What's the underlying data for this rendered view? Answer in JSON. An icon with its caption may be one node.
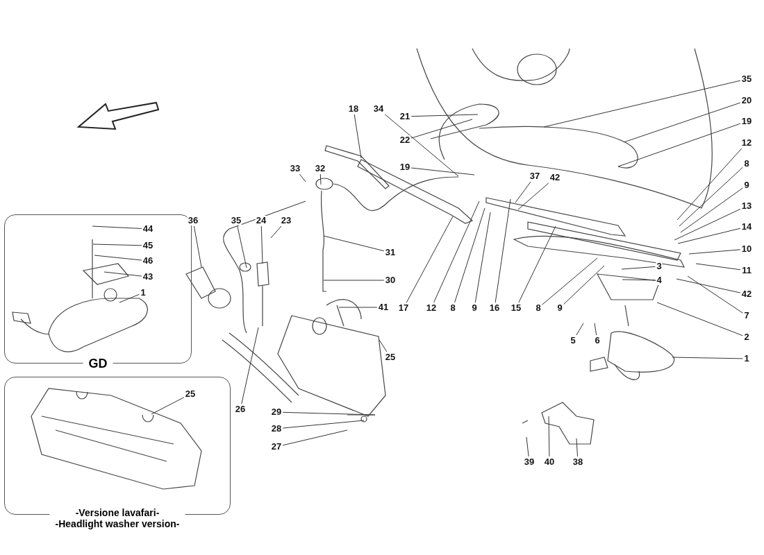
{
  "diagram": {
    "nodes": [
      {
        "text": [
          "GD"
        ]
      },
      {
        "text": [
          "44"
        ],
        "in": 0
      },
      {
        "text": [
          "45"
        ],
        "in": 0
      },
      {
        "text": [
          "46"
        ],
        "in": 0
      },
      {
        "text": [
          "43"
        ],
        "in": 0
      },
      {
        "text": [
          "1"
        ],
        "in": 0
      },
      {
        "text": [
          "-Versione lavafari-",
          "-Headlight washer version-"
        ]
      },
      {
        "text": [
          "25"
        ],
        "in": 6
      },
      {
        "text": [
          "21"
        ]
      },
      {
        "text": [
          "22"
        ]
      },
      {
        "text": [
          "18"
        ]
      },
      {
        "text": [
          "34"
        ]
      },
      {
        "text": [
          "19"
        ]
      },
      {
        "text": [
          "33"
        ]
      },
      {
        "text": [
          "32"
        ]
      },
      {
        "text": [
          "36"
        ]
      },
      {
        "text": [
          "35"
        ]
      },
      {
        "text": [
          "24"
        ]
      },
      {
        "text": [
          "23"
        ]
      },
      {
        "text": [
          "31"
        ]
      },
      {
        "text": [
          "30"
        ]
      },
      {
        "text": [
          "41"
        ]
      },
      {
        "text": [
          "25"
        ]
      },
      {
        "text": [
          "26"
        ]
      },
      {
        "text": [
          "29"
        ]
      },
      {
        "text": [
          "28"
        ]
      },
      {
        "text": [
          "27"
        ]
      },
      {
        "text": [
          "17"
        ]
      },
      {
        "text": [
          "12"
        ]
      },
      {
        "text": [
          "8"
        ]
      },
      {
        "text": [
          "9"
        ]
      },
      {
        "text": [
          "16"
        ]
      },
      {
        "text": [
          "15"
        ]
      },
      {
        "text": [
          "8"
        ]
      },
      {
        "text": [
          "9"
        ]
      },
      {
        "text": [
          "37"
        ]
      },
      {
        "text": [
          "42"
        ]
      },
      {
        "text": [
          "35"
        ]
      },
      {
        "text": [
          "20"
        ]
      },
      {
        "text": [
          "19"
        ]
      },
      {
        "text": [
          "12"
        ]
      },
      {
        "text": [
          "8"
        ]
      },
      {
        "text": [
          "9"
        ]
      },
      {
        "text": [
          "13"
        ]
      },
      {
        "text": [
          "14"
        ]
      },
      {
        "text": [
          "10"
        ]
      },
      {
        "text": [
          "11"
        ]
      },
      {
        "text": [
          "42"
        ]
      },
      {
        "text": [
          "7"
        ]
      },
      {
        "text": [
          "2"
        ]
      },
      {
        "text": [
          "1"
        ]
      },
      {
        "text": [
          "3"
        ]
      },
      {
        "text": [
          "4"
        ]
      },
      {
        "text": [
          "5"
        ]
      },
      {
        "text": [
          "6"
        ]
      },
      {
        "text": [
          "39"
        ]
      },
      {
        "text": [
          "40"
        ]
      },
      {
        "text": [
          "38"
        ]
      }
    ],
    "edges": [
      {
        "from": 1,
        "to": null,
        "arrow": "none"
      },
      {
        "from": 2,
        "to": null,
        "arrow": "none"
      },
      {
        "from": 3,
        "to": null,
        "arrow": "none"
      },
      {
        "from": 4,
        "to": null,
        "arrow": "none"
      },
      {
        "from": 5,
        "to": null,
        "arrow": "none"
      },
      {
        "from": 7,
        "to": null,
        "arrow": "none"
      },
      {
        "from": 8,
        "to": null,
        "arrow": "none"
      },
      {
        "from": 9,
        "to": null,
        "arrow": "none"
      },
      {
        "from": 10,
        "to": null,
        "arrow": "none"
      },
      {
        "from": 11,
        "to": null,
        "arrow": "none"
      },
      {
        "from": 12,
        "to": null,
        "arrow": "none"
      },
      {
        "from": 13,
        "to": null,
        "arrow": "none"
      },
      {
        "from": 14,
        "to": null,
        "arrow": "none"
      },
      {
        "from": 15,
        "to": null,
        "arrow": "none"
      },
      {
        "from": 16,
        "to": null,
        "arrow": "none"
      },
      {
        "from": 17,
        "to": null,
        "arrow": "none"
      },
      {
        "from": 18,
        "to": null,
        "arrow": "none"
      },
      {
        "from": 19,
        "to": null,
        "arrow": "none"
      },
      {
        "from": 20,
        "to": null,
        "arrow": "none"
      },
      {
        "from": 21,
        "to": null,
        "arrow": "none"
      },
      {
        "from": 22,
        "to": null,
        "arrow": "none"
      },
      {
        "from": 23,
        "to": null,
        "arrow": "none"
      },
      {
        "from": 24,
        "to": null,
        "arrow": "none"
      },
      {
        "from": 25,
        "to": null,
        "arrow": "none"
      },
      {
        "from": 26,
        "to": null,
        "arrow": "none"
      },
      {
        "from": 27,
        "to": null,
        "arrow": "none"
      },
      {
        "from": 28,
        "to": null,
        "arrow": "none"
      },
      {
        "from": 29,
        "to": null,
        "arrow": "none"
      },
      {
        "from": 30,
        "to": null,
        "arrow": "none"
      },
      {
        "from": 31,
        "to": null,
        "arrow": "none"
      },
      {
        "from": 32,
        "to": null,
        "arrow": "none"
      },
      {
        "from": 33,
        "to": null,
        "arrow": "none"
      },
      {
        "from": 34,
        "to": null,
        "arrow": "none"
      },
      {
        "from": 35,
        "to": null,
        "arrow": "none"
      },
      {
        "from": 36,
        "to": null,
        "arrow": "none"
      },
      {
        "from": 37,
        "to": null,
        "arrow": "none"
      },
      {
        "from": 38,
        "to": null,
        "arrow": "none"
      },
      {
        "from": 39,
        "to": null,
        "arrow": "none"
      },
      {
        "from": 40,
        "to": null,
        "arrow": "none"
      },
      {
        "from": 41,
        "to": null,
        "arrow": "none"
      },
      {
        "from": 42,
        "to": null,
        "arrow": "none"
      },
      {
        "from": 43,
        "to": null,
        "arrow": "none"
      },
      {
        "from": 44,
        "to": null,
        "arrow": "none"
      },
      {
        "from": 45,
        "to": null,
        "arrow": "none"
      },
      {
        "from": 46,
        "to": null,
        "arrow": "none"
      },
      {
        "from": 47,
        "to": null,
        "arrow": "none"
      },
      {
        "from": 48,
        "to": null,
        "arrow": "none"
      },
      {
        "from": 49,
        "to": null,
        "arrow": "none"
      },
      {
        "from": 50,
        "to": null,
        "arrow": "none"
      },
      {
        "from": 51,
        "to": null,
        "arrow": "none"
      },
      {
        "from": 52,
        "to": null,
        "arrow": "none"
      },
      {
        "from": 53,
        "to": null,
        "arrow": "none"
      },
      {
        "from": 54,
        "to": null,
        "arrow": "none"
      },
      {
        "from": 55,
        "to": null,
        "arrow": "none"
      },
      {
        "from": 56,
        "to": null,
        "arrow": "none"
      },
      {
        "from": 57,
        "to": null,
        "arrow": "none"
      }
    ]
  }
}
